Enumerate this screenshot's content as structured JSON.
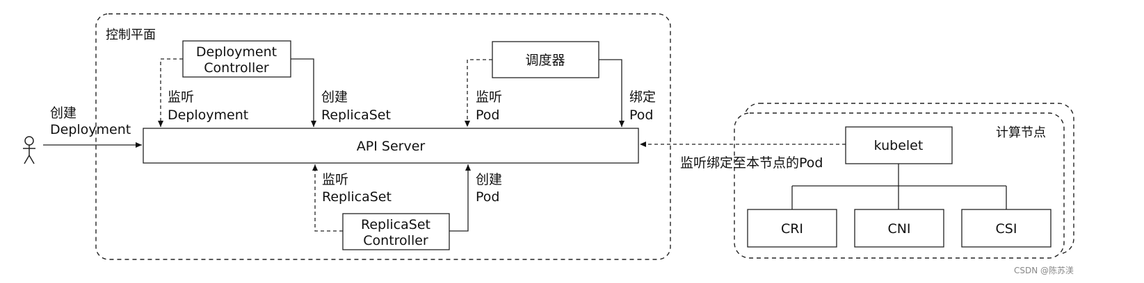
{
  "control_plane": {
    "title": "控制平面"
  },
  "compute_node": {
    "title": "计算节点"
  },
  "boxes": {
    "deployment_controller": {
      "line1": "Deployment",
      "line2": "Controller"
    },
    "scheduler": {
      "label": "调度器"
    },
    "api_server": {
      "label": "API Server"
    },
    "replicaset_controller": {
      "line1": "ReplicaSet",
      "line2": "Controller"
    },
    "kubelet": {
      "label": "kubelet"
    },
    "cri": {
      "label": "CRI"
    },
    "cni": {
      "label": "CNI"
    },
    "csi": {
      "label": "CSI"
    }
  },
  "edge_labels": {
    "user_create": {
      "line1": "创建",
      "line2": "Deployment"
    },
    "watch_deployment": {
      "line1": "监听",
      "line2": "Deployment"
    },
    "create_replicaset": {
      "line1": "创建",
      "line2": "ReplicaSet"
    },
    "watch_pod": {
      "line1": "监听",
      "line2": "Pod"
    },
    "bind_pod": {
      "line1": "绑定",
      "line2": "Pod"
    },
    "watch_replicaset": {
      "line1": "监听",
      "line2": "ReplicaSet"
    },
    "create_pod": {
      "line1": "创建",
      "line2": "Pod"
    },
    "watch_bound_pod": {
      "label": "监听绑定至本节点的Pod"
    }
  },
  "watermark": "CSDN @陈苏渼"
}
